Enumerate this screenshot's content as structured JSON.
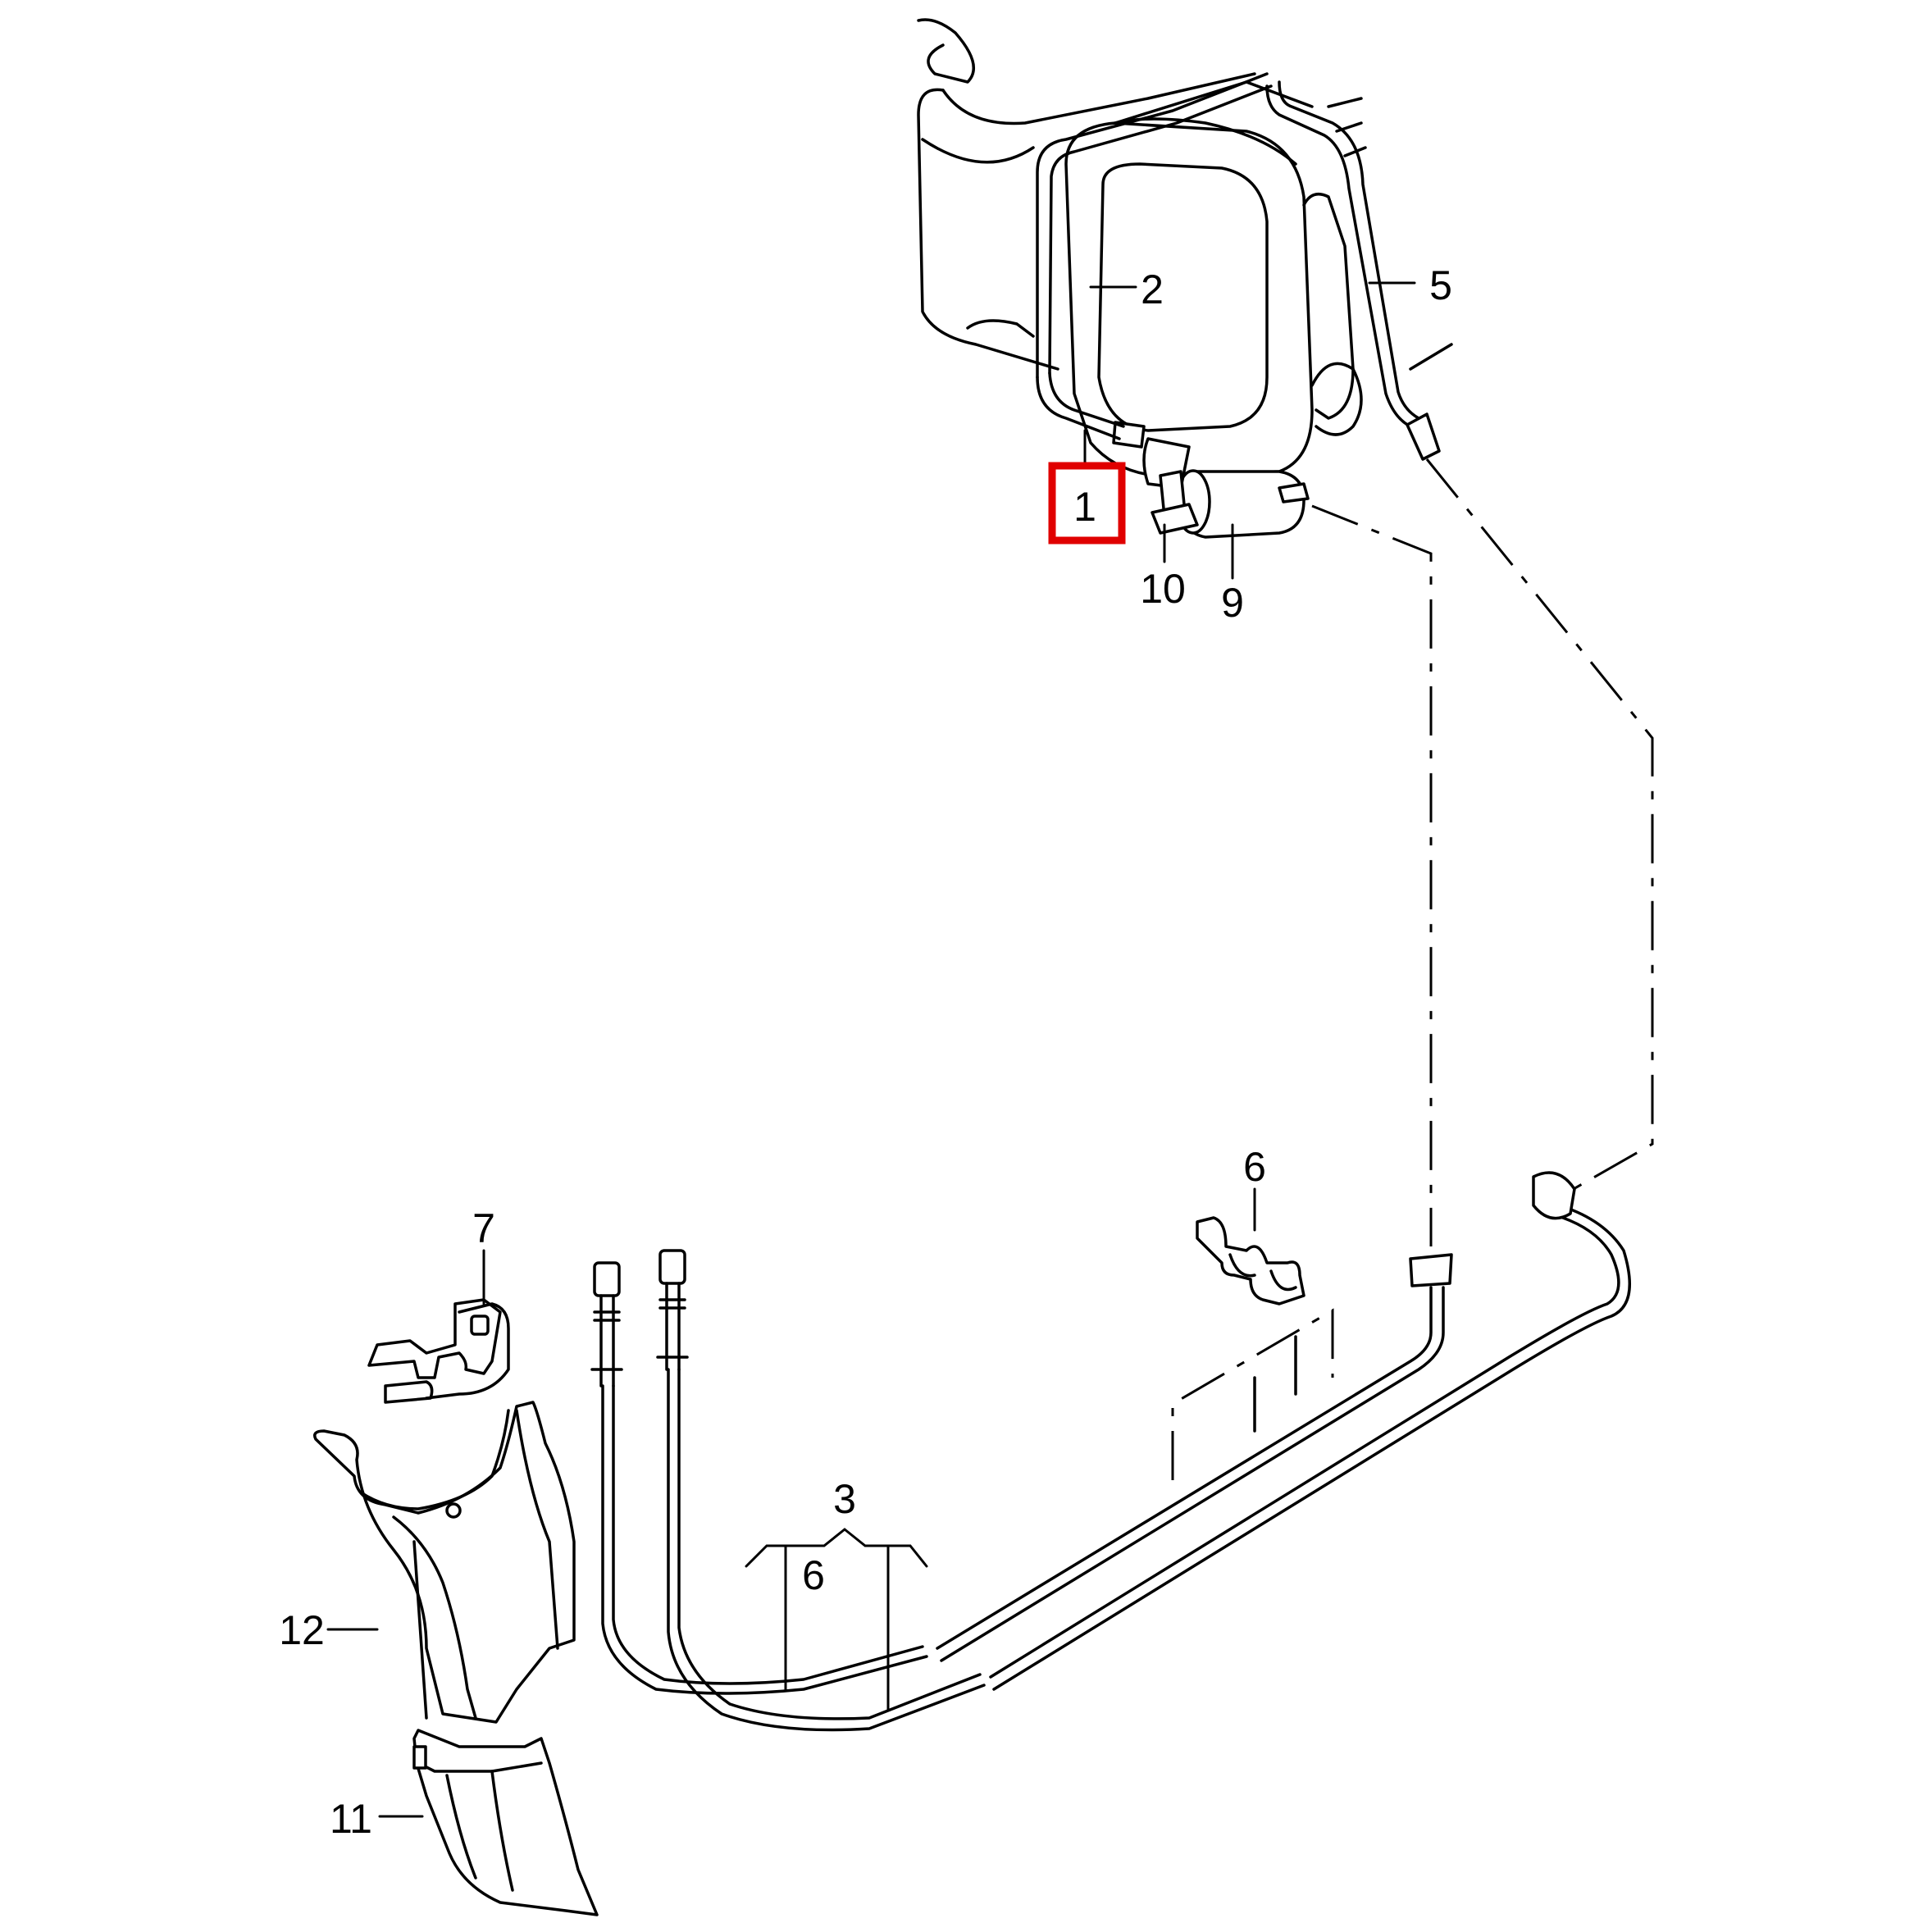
{
  "callouts": {
    "c1": "1",
    "c2": "2",
    "c3": "3",
    "c5": "5",
    "c6a": "6",
    "c6b": "6",
    "c7": "7",
    "c9": "9",
    "c10": "10",
    "c11": "11",
    "c12": "12"
  },
  "highlight": {
    "target": "1",
    "color": "#e00000"
  }
}
